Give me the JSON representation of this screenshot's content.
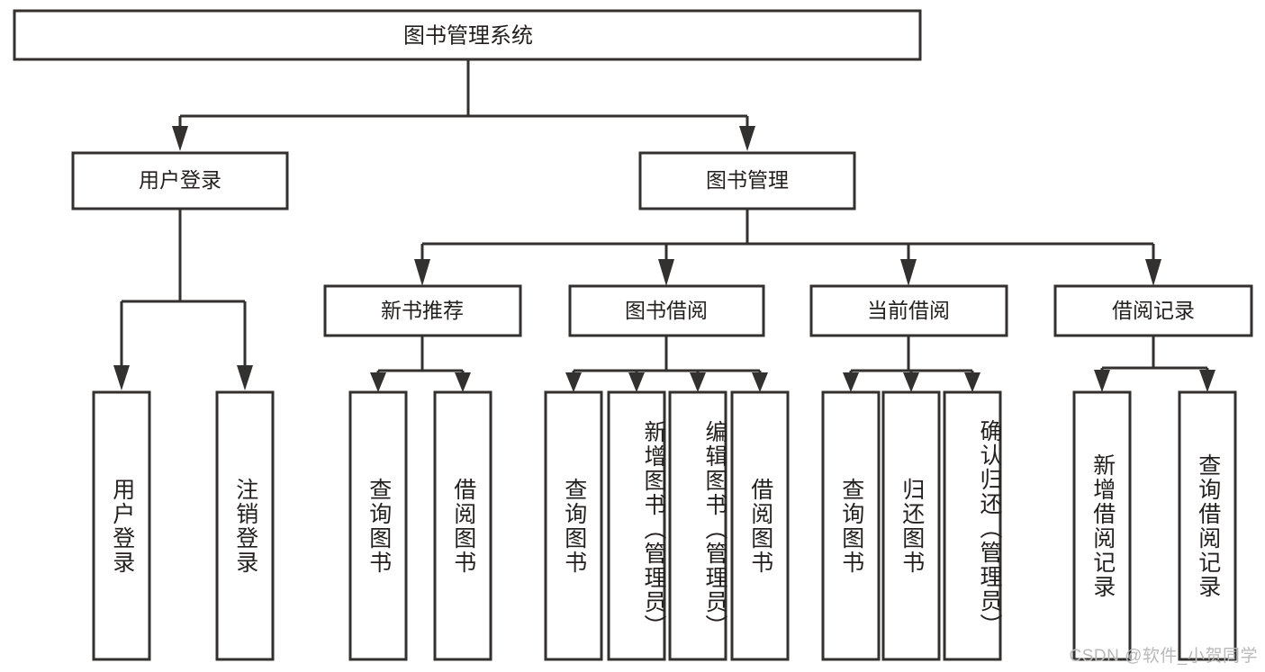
{
  "diagram": {
    "title": "图书管理系统",
    "watermark": "CSDN @软件_小贺同学",
    "colors": {
      "stroke": "#33312f",
      "fill": "#ffffff",
      "text": "#231f1e",
      "watermark": "#b9b9b9",
      "background": "#ffffff"
    },
    "root": {
      "label": "图书管理系统"
    },
    "level1": [
      {
        "label": "用户登录"
      },
      {
        "label": "图书管理"
      }
    ],
    "level2": [
      {
        "label": "新书推荐"
      },
      {
        "label": "图书借阅"
      },
      {
        "label": "当前借阅"
      },
      {
        "label": "借阅记录"
      }
    ],
    "leaves": {
      "user_login": [
        {
          "label": "用户登录"
        },
        {
          "label": "注销登录"
        }
      ],
      "new_book": [
        {
          "label": "查询图书"
        },
        {
          "label": "借阅图书"
        }
      ],
      "book_borrow": [
        {
          "label": "查询图书"
        },
        {
          "label": "新增图书（管理员）"
        },
        {
          "label": "编辑图书（管理员）"
        },
        {
          "label": "借阅图书"
        }
      ],
      "current_borrow": [
        {
          "label": "查询图书"
        },
        {
          "label": "归还图书"
        },
        {
          "label": "确认归还（管理员）"
        }
      ],
      "borrow_record": [
        {
          "label": "新增借阅记录"
        },
        {
          "label": "查询借阅记录"
        }
      ]
    }
  }
}
